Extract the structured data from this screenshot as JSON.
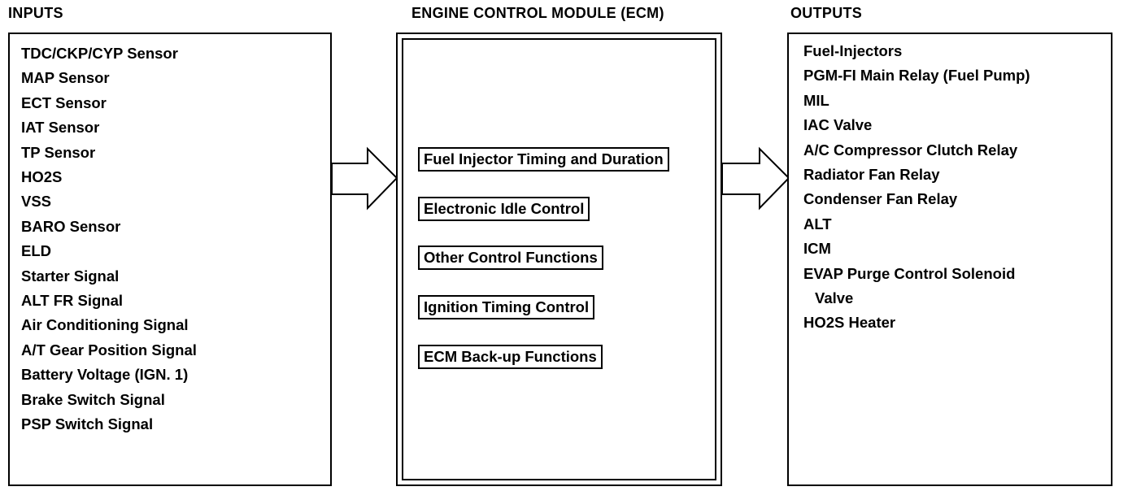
{
  "inputs": {
    "heading": "INPUTS",
    "items": [
      "TDC/CKP/CYP Sensor",
      "MAP Sensor",
      "ECT Sensor",
      "IAT Sensor",
      "TP Sensor",
      "HO2S",
      "VSS",
      "BARO Sensor",
      "ELD",
      "Starter Signal",
      "ALT FR Signal",
      "Air Conditioning Signal",
      "A/T Gear Position Signal",
      "Battery Voltage (IGN. 1)",
      "Brake Switch Signal",
      "PSP Switch Signal"
    ]
  },
  "ecm": {
    "heading": "ENGINE CONTROL MODULE (ECM)",
    "functions": [
      "Fuel Injector Timing and Duration",
      "Electronic Idle Control",
      "Other Control Functions",
      "Ignition Timing Control",
      "ECM Back-up Functions"
    ]
  },
  "outputs": {
    "heading": "OUTPUTS",
    "items": [
      "Fuel-Injectors",
      "PGM-FI Main Relay (Fuel Pump)",
      "MIL",
      "IAC Valve",
      "A/C Compressor Clutch Relay",
      "Radiator Fan Relay",
      "Condenser Fan Relay",
      "ALT",
      "ICM",
      "EVAP Purge Control Solenoid",
      "Valve",
      "HO2S Heater"
    ]
  }
}
